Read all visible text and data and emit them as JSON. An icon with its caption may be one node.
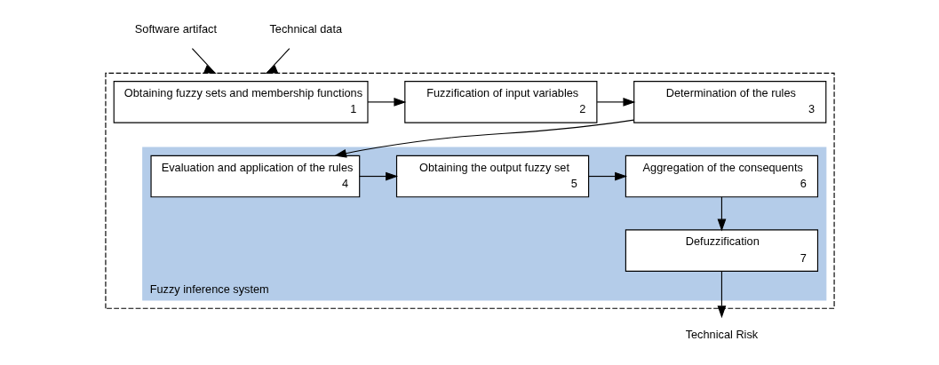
{
  "diagram": {
    "nodes": [
      {
        "text": [
          "Software artifact"
        ]
      },
      {
        "text": [],
        "shape": "box"
      },
      {
        "text": [
          "Technical data"
        ]
      },
      {
        "text": [
          "Obtaining fuzzy sets and membership functions",
          "1"
        ],
        "in": 1
      },
      {
        "text": [
          "Fuzzification of input variables",
          "2"
        ],
        "in": 1
      },
      {
        "text": [
          "Determination of the rules",
          "3"
        ],
        "in": 1
      },
      {
        "text": [
          "Fuzzy inference system"
        ],
        "in": 1
      },
      {
        "text": [
          "Evaluation and application of the rules",
          "4"
        ],
        "in": 6
      },
      {
        "text": [
          "Obtaining the output fuzzy set",
          "5"
        ],
        "in": 6
      },
      {
        "text": [
          "Aggregation of the consequents",
          "6"
        ],
        "in": 6
      },
      {
        "text": [
          "Defuzzification",
          "7"
        ],
        "in": 6
      },
      {
        "text": [
          "Technical Risk"
        ]
      }
    ],
    "edges": [
      {
        "from": 0,
        "to": 1,
        "arrow": "to"
      },
      {
        "from": 2,
        "to": 1,
        "arrow": "to"
      },
      {
        "from": 3,
        "to": 4,
        "arrow": "to"
      },
      {
        "from": 4,
        "to": 5,
        "arrow": "to"
      },
      {
        "from": 5,
        "to": 7,
        "arrow": "to"
      },
      {
        "from": 7,
        "to": 8,
        "arrow": "to"
      },
      {
        "from": 8,
        "to": 9,
        "arrow": "to"
      },
      {
        "from": 9,
        "to": 10,
        "arrow": "to"
      },
      {
        "from": 10,
        "to": 11,
        "arrow": "to"
      }
    ]
  }
}
